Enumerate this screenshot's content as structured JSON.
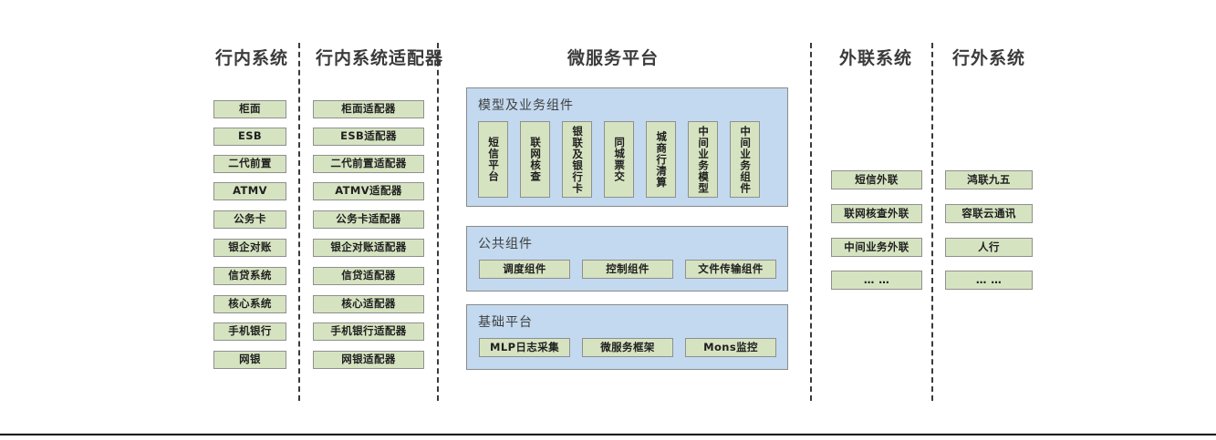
{
  "diagram": {
    "title_internal": "行内系统",
    "columns": [
      {
        "id": "internal-systems",
        "title": "行内系统",
        "items": [
          "柜面",
          "ESB",
          "二代前置",
          "ATMV",
          "公务卡",
          "银企对账",
          "信贷系统",
          "核心系统",
          "手机银行",
          "网银"
        ]
      },
      {
        "id": "internal-adapters",
        "title": "行内系统适配器",
        "items": [
          "柜面适配器",
          "ESB适配器",
          "二代前置适配器",
          "ATMV适配器",
          "公务卡适配器",
          "银企对账适配器",
          "信贷适配器",
          "核心适配器",
          "手机银行适配器",
          "网银适配器"
        ]
      },
      {
        "id": "external-link-systems",
        "title": "外联系统",
        "items": [
          "短信外联",
          "联网核查外联",
          "中间业务外联",
          "… …"
        ]
      },
      {
        "id": "outside-bank-systems",
        "title": "行外系统",
        "items": [
          "鸿联九五",
          "容联云通讯",
          "人行",
          "… …"
        ]
      }
    ],
    "platform": {
      "title": "微服务平台",
      "panels": [
        {
          "id": "model-business-components",
          "title": "模型及业务组件",
          "orientation": "vertical",
          "items": [
            "短信平台",
            "联网核查",
            "银联及银行卡",
            "同城票交",
            "城商行清算",
            "中间业务模型",
            "中间业务组件"
          ]
        },
        {
          "id": "public-components",
          "title": "公共组件",
          "orientation": "horizontal",
          "items": [
            "调度组件",
            "控制组件",
            "文件传输组件"
          ]
        },
        {
          "id": "base-platform",
          "title": "基础平台",
          "orientation": "horizontal",
          "items": [
            "MLP日志采集",
            "微服务框架",
            "Mons监控"
          ]
        }
      ]
    },
    "colors": {
      "box_fill": "#d6e3c1",
      "box_border": "#8f8f8f",
      "panel_fill": "#c3d9ef",
      "panel_border": "#8a8a8a",
      "text": "#1f1f1f",
      "title": "#3b3b3b",
      "divider": "#3a3a3a",
      "background": "#ffffff"
    }
  }
}
